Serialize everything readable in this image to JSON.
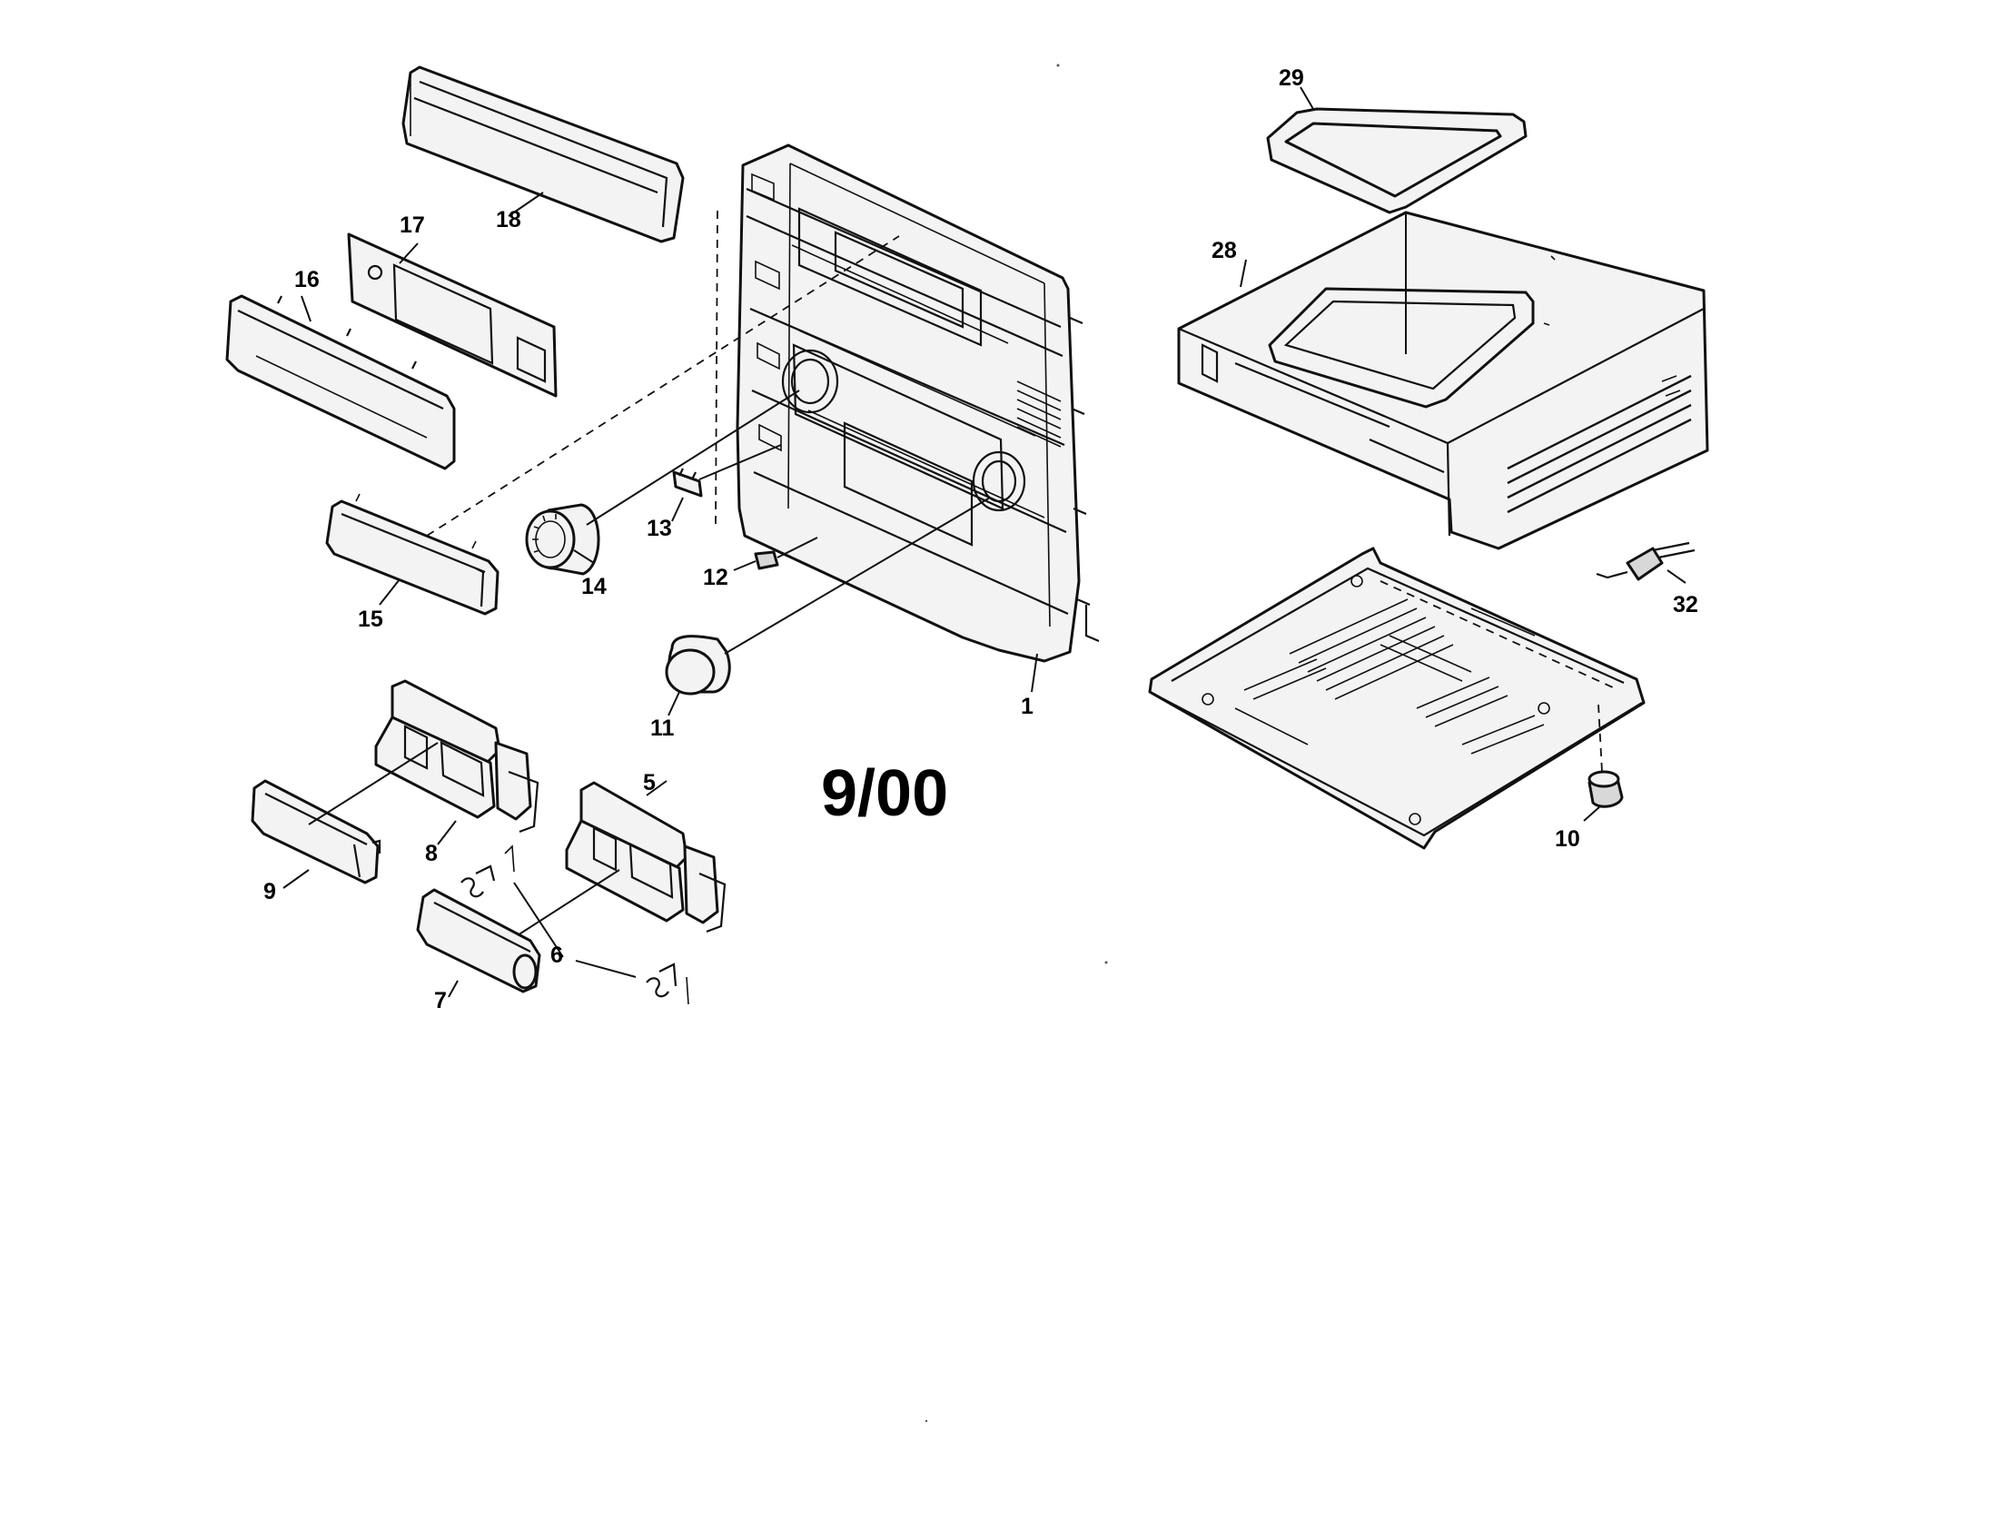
{
  "stamp_text": "9/00",
  "labels": {
    "p1": "1",
    "p5": "5",
    "p6": "6",
    "p7": "7",
    "p8": "8",
    "p9": "9",
    "p10": "10",
    "p11": "11",
    "p12": "12",
    "p13": "13",
    "p14": "14",
    "p15": "15",
    "p16": "16",
    "p17": "17",
    "p18": "18",
    "p28": "28",
    "p29": "29",
    "p32": "32"
  }
}
